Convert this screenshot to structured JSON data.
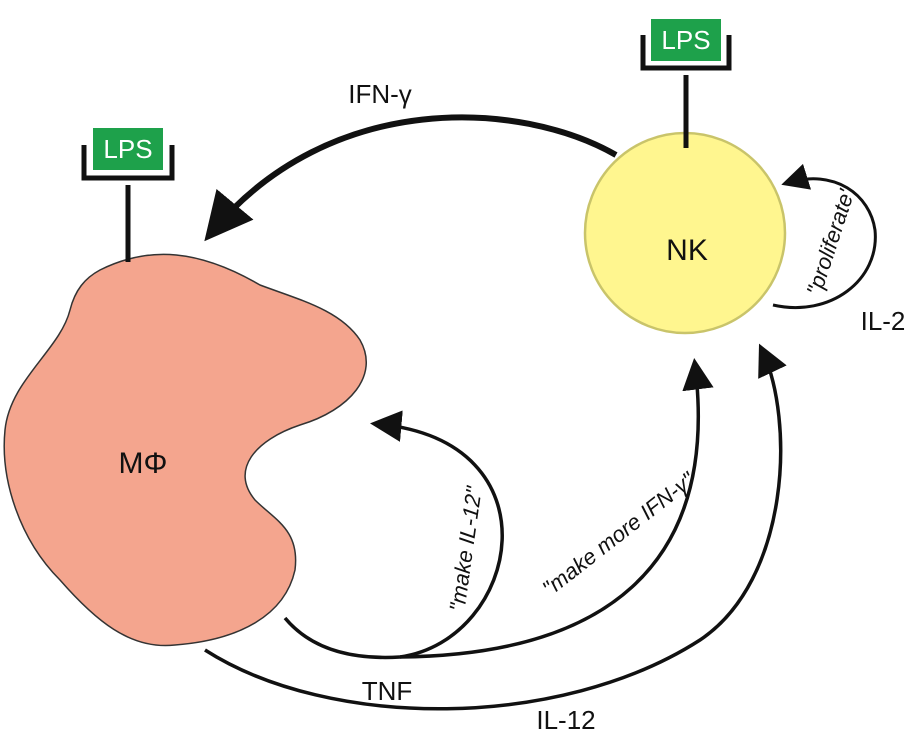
{
  "nodes": {
    "macrophage": {
      "label": "MΦ"
    },
    "nk_cell": {
      "label": "NK"
    }
  },
  "receptors": {
    "macrophage_lps": "LPS",
    "nk_lps": "LPS"
  },
  "edges": {
    "ifn_gamma": "IFN-γ",
    "il2": "IL-2",
    "proliferate": "\"proliferate\"",
    "make_il12": "\"make IL-12\"",
    "make_more_ifn": "\"make more IFN-γ\"",
    "tnf": "TNF",
    "il12": "IL-12"
  },
  "colors": {
    "macrophage_fill": "#F4A58E",
    "nk_fill": "#FFF68F",
    "nk_stroke": "#C9C46A",
    "lps_fill": "#1EA14B",
    "arrow": "#111111"
  }
}
